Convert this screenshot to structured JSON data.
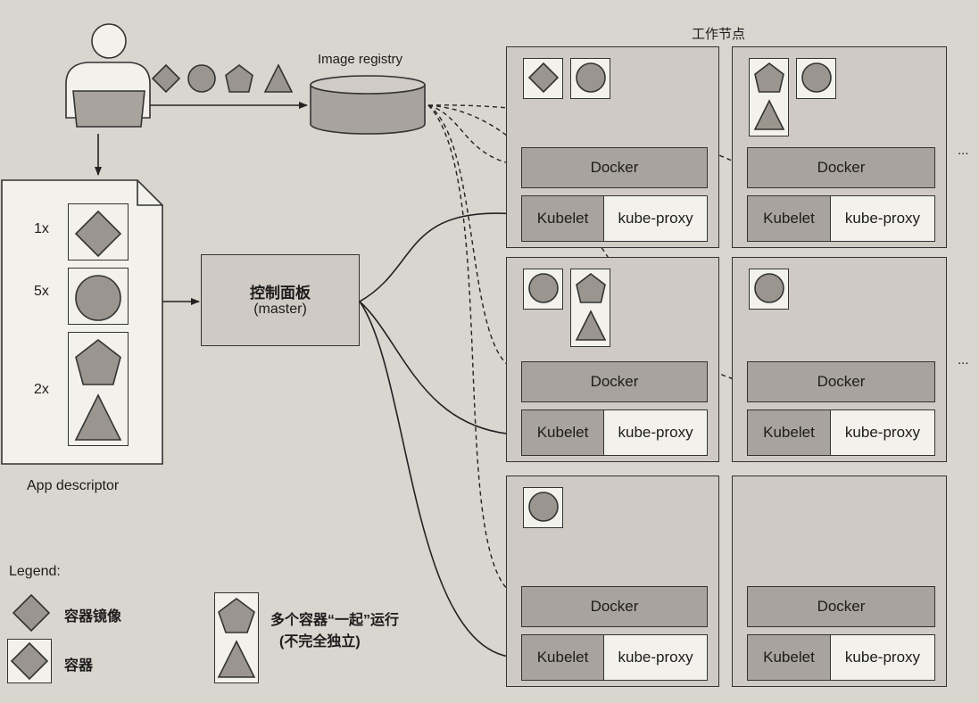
{
  "header_title": "工作节点",
  "image_registry_label": "Image registry",
  "control_plane": {
    "line1": "控制面板",
    "line2": "(master)"
  },
  "app_descriptor": {
    "label": "App descriptor",
    "rows": [
      {
        "count": "1x",
        "shapes": [
          "diamond"
        ]
      },
      {
        "count": "5x",
        "shapes": [
          "circle"
        ]
      },
      {
        "count": "2x",
        "shapes": [
          "pentagon",
          "triangle"
        ]
      }
    ]
  },
  "image_shapes": [
    "diamond",
    "circle",
    "pentagon",
    "triangle"
  ],
  "nodes": [
    {
      "docker": "Docker",
      "kubelet": "Kubelet",
      "kube_proxy": "kube-proxy",
      "pods": [
        [
          "diamond"
        ],
        [
          "circle"
        ]
      ]
    },
    {
      "docker": "Docker",
      "kubelet": "Kubelet",
      "kube_proxy": "kube-proxy",
      "pods": [
        [
          "pentagon",
          "triangle"
        ],
        [
          "circle"
        ]
      ]
    },
    {
      "docker": "Docker",
      "kubelet": "Kubelet",
      "kube_proxy": "kube-proxy",
      "pods": [
        [
          "circle"
        ],
        [
          "pentagon",
          "triangle"
        ]
      ]
    },
    {
      "docker": "Docker",
      "kubelet": "Kubelet",
      "kube_proxy": "kube-proxy",
      "pods": [
        [
          "circle"
        ]
      ]
    },
    {
      "docker": "Docker",
      "kubelet": "Kubelet",
      "kube_proxy": "kube-proxy",
      "pods": [
        [
          "circle"
        ]
      ]
    },
    {
      "docker": "Docker",
      "kubelet": "Kubelet",
      "kube_proxy": "kube-proxy",
      "pods": []
    }
  ],
  "ellipsis": "...",
  "legend": {
    "title": "Legend:",
    "container_image": "容器镜像",
    "container": "容器",
    "multi_line1": "多个容器“一起”运行",
    "multi_line2": "(不完全独立)"
  },
  "colors": {
    "background": "#d9d5cf",
    "shape_fill": "#9a958e",
    "component_fill": "#a8a39c",
    "light_fill": "#f3f1ec"
  }
}
